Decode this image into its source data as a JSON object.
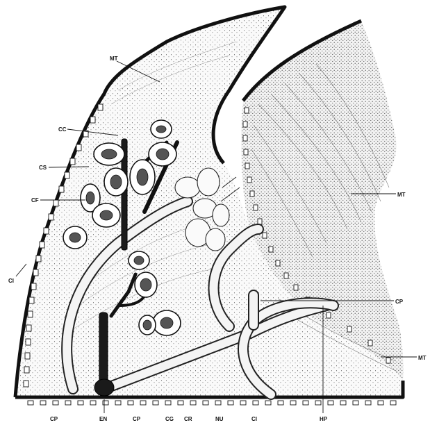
{
  "figure": {
    "labels": {
      "mt_top": "MT",
      "cc": "CC",
      "cs": "CS",
      "cf": "CF",
      "ci_left": "CI",
      "mt_right": "MT",
      "cp_right": "CP",
      "mt_bottom_right": "MT"
    },
    "bottom_labels": [
      "CP",
      "EN",
      "CP",
      "CG",
      "CR",
      "NU",
      "CI",
      "HP"
    ]
  }
}
